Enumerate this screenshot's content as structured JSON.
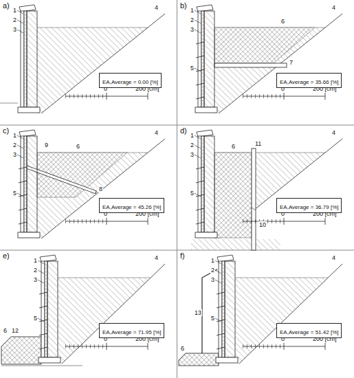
{
  "diagram": {
    "nodes": [
      {
        "text": [
          "EA,Average = 0.00 [%]"
        ]
      },
      {
        "text": [
          "EA,Average = 35.66 [%]"
        ]
      },
      {
        "text": [
          "EA,Average = 45.26 [%]"
        ]
      },
      {
        "text": [
          "EA,Average = 36.79 [%]"
        ]
      },
      {
        "text": [
          "EA,Average = 71.95 [%]"
        ]
      },
      {
        "text": [
          "EA,Average = 51.42 [%]"
        ]
      }
    ],
    "labels": [
      "a)",
      "1",
      "2",
      "3",
      "4",
      "0",
      "200 [cm]",
      "b)",
      "1",
      "2",
      "3",
      "4",
      "5",
      "6",
      "7",
      "0",
      "200 [cm]",
      "c)",
      "1",
      "2",
      "3",
      "4",
      "5",
      "6",
      "8",
      "9",
      "0",
      "200 [cm]",
      "d)",
      "1",
      "2",
      "3",
      "4",
      "5",
      "6",
      "10",
      "11",
      "0",
      "200 [cm]",
      "e)",
      "1",
      "2",
      "3",
      "4",
      "5",
      "6",
      "12",
      "0",
      "200 [cm]",
      "f)",
      "1",
      "2",
      "3",
      "4",
      "5",
      "6",
      "13",
      "0",
      "200 [cm]"
    ]
  }
}
